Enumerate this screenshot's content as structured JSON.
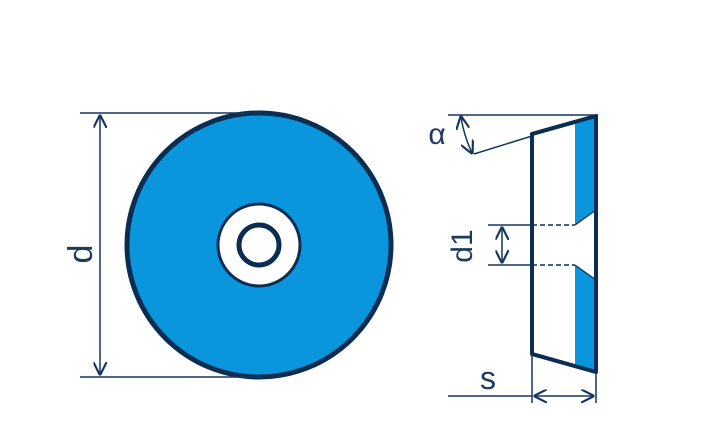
{
  "labels": {
    "d": "d",
    "d1": "d1",
    "s": "s",
    "alpha": "α"
  },
  "colors": {
    "fill": "#0a96dc",
    "outline": "#0c2d52",
    "dimension": "#14365f",
    "background": "#ffffff"
  }
}
